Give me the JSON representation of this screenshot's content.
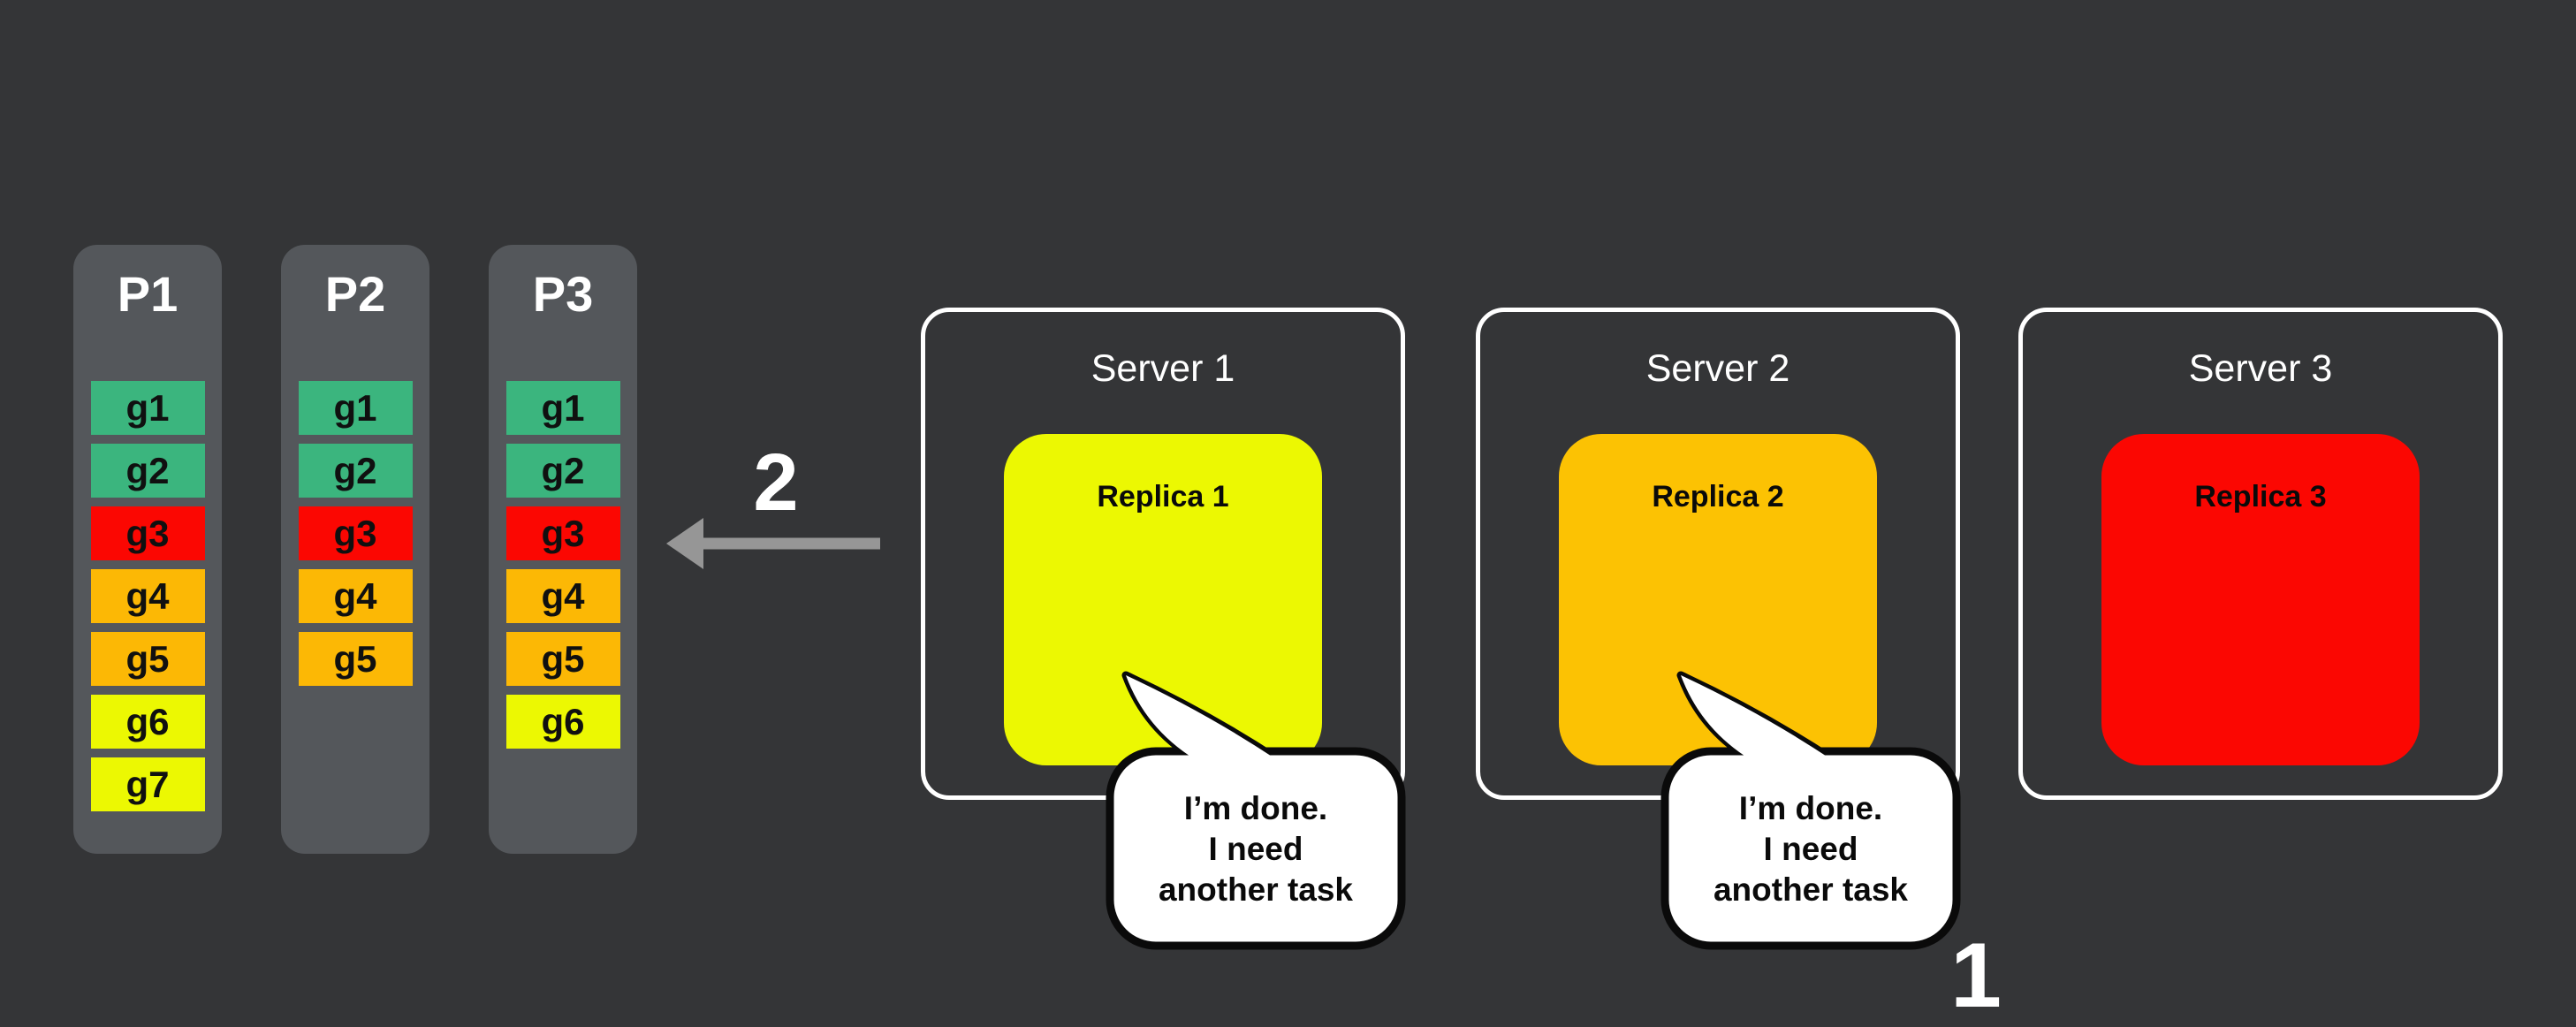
{
  "colors": {
    "background": "#343537",
    "partition_bg": "#54575B",
    "partition_title_text": "#FFFFFF",
    "task_text": "#101010",
    "task_green": "#3BB57E",
    "task_red": "#FB0702",
    "task_orange": "#FCB805",
    "task_yellow": "#ECF802",
    "server_border": "#FFFFFF",
    "server_title_text": "#FFFFFF",
    "replica_text": "#0A0A0A",
    "bubble_bg": "#FFFFFF",
    "bubble_border": "#0A0A0A",
    "bubble_text": "#0A0A0A",
    "arrow": "#969696",
    "step_text": "#FFFFFF"
  },
  "partitions": [
    {
      "label": "P1",
      "tasks": [
        {
          "label": "g1",
          "color": "#3BB57E"
        },
        {
          "label": "g2",
          "color": "#3BB57E"
        },
        {
          "label": "g3",
          "color": "#FB0702"
        },
        {
          "label": "g4",
          "color": "#FCB805"
        },
        {
          "label": "g5",
          "color": "#FCB805"
        },
        {
          "label": "g6",
          "color": "#ECF802"
        },
        {
          "label": "g7",
          "color": "#ECF802"
        }
      ]
    },
    {
      "label": "P2",
      "tasks": [
        {
          "label": "g1",
          "color": "#3BB57E"
        },
        {
          "label": "g2",
          "color": "#3BB57E"
        },
        {
          "label": "g3",
          "color": "#FB0702"
        },
        {
          "label": "g4",
          "color": "#FCB805"
        },
        {
          "label": "g5",
          "color": "#FCB805"
        }
      ]
    },
    {
      "label": "P3",
      "tasks": [
        {
          "label": "g1",
          "color": "#3BB57E"
        },
        {
          "label": "g2",
          "color": "#3BB57E"
        },
        {
          "label": "g3",
          "color": "#FB0702"
        },
        {
          "label": "g4",
          "color": "#FCB805"
        },
        {
          "label": "g5",
          "color": "#FCB805"
        },
        {
          "label": "g6",
          "color": "#ECF802"
        }
      ]
    }
  ],
  "servers": [
    {
      "title": "Server 1",
      "replica": {
        "label": "Replica 1",
        "color": "#ECF802"
      },
      "bubble": {
        "line1": "I’m done.",
        "line2": "I need",
        "line3": "another task"
      }
    },
    {
      "title": "Server 2",
      "replica": {
        "label": "Replica 2",
        "color": "#FCC203"
      },
      "bubble": {
        "line1": "I’m done.",
        "line2": "I need",
        "line3": "another task"
      }
    },
    {
      "title": "Server 3",
      "replica": {
        "label": "Replica 3",
        "color": "#FB0702"
      }
    }
  ],
  "annotations": {
    "step_2": "2",
    "step_1": "1"
  }
}
